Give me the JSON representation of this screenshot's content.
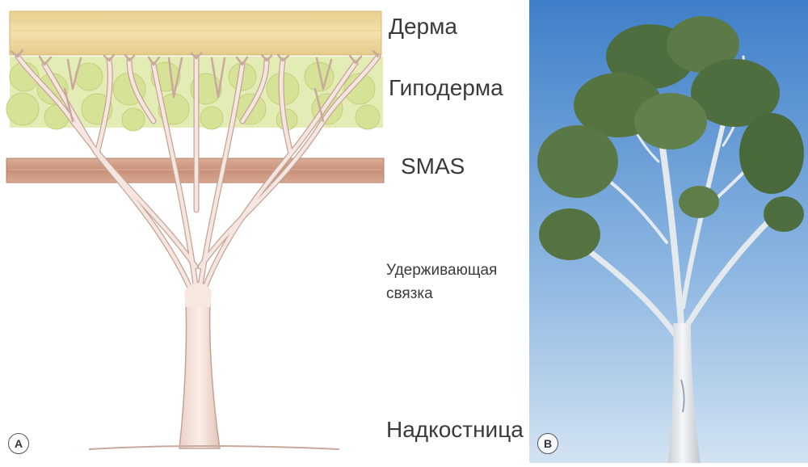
{
  "panel_a": {
    "badge": "A",
    "labels": {
      "dermis": "Дерма",
      "hypodermis": "Гиподерма",
      "smas": "SMAS",
      "ligament": "Удерживающая связка",
      "periosteum": "Надкостница"
    },
    "colors": {
      "dermis": "#efd9a0",
      "hypodermis": "#dde9a6",
      "smas": "#cf9e88",
      "branch": "#f2dfd6",
      "branch_outline": "#b99a8e"
    }
  },
  "panel_b": {
    "badge": "B",
    "colors": {
      "sky_top": "#3f7fc9",
      "sky_bottom": "#cfe1f2",
      "foliage": "#4f6e3f",
      "bark": "#e9ecef"
    }
  }
}
